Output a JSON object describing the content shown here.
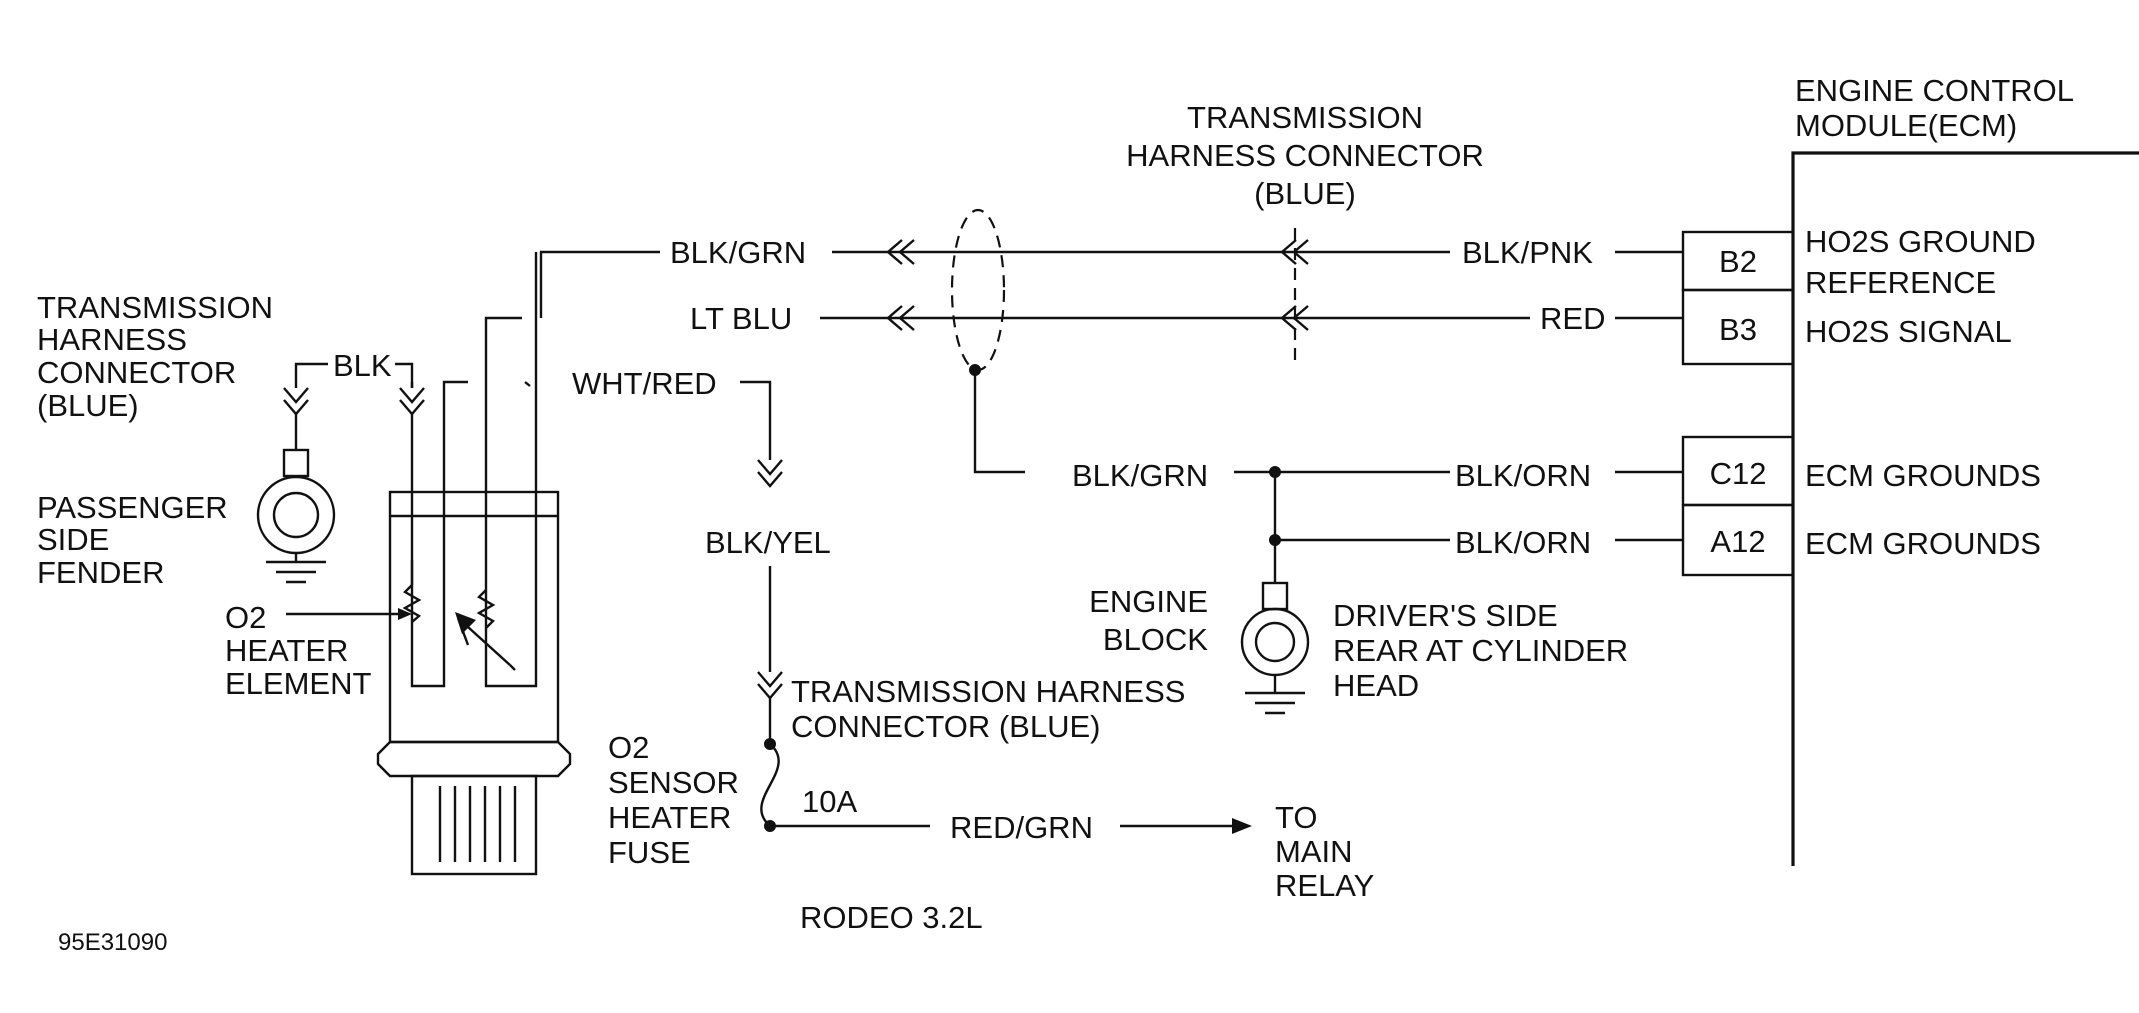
{
  "ecm": {
    "title_line1": "ENGINE CONTROL",
    "title_line2": "MODULE(ECM)"
  },
  "top_connector": {
    "line1": "TRANSMISSION",
    "line2": "HARNESS CONNECTOR",
    "line3": "(BLUE)"
  },
  "left_connector": {
    "line1": "TRANSMISSION",
    "line2": "HARNESS",
    "line3": "CONNECTOR",
    "line4": "(BLUE)"
  },
  "wires": {
    "blk_grn_top": "BLK/GRN",
    "lt_blu": "LT BLU",
    "wht_red": "WHT/RED",
    "blk": "BLK",
    "blk_pnk": "BLK/PNK",
    "red": "RED",
    "blk_grn_ground": "BLK/GRN",
    "blk_orn_1": "BLK/ORN",
    "blk_orn_2": "BLK/ORN",
    "blk_yel": "BLK/YEL",
    "red_grn": "RED/GRN"
  },
  "pins": {
    "b2": {
      "label": "B2",
      "desc_line1": "HO2S GROUND",
      "desc_line2": "REFERENCE"
    },
    "b3": {
      "label": "B3",
      "desc": "HO2S SIGNAL"
    },
    "c12": {
      "label": "C12",
      "desc": "ECM GROUNDS"
    },
    "a12": {
      "label": "A12",
      "desc": "ECM GROUNDS"
    }
  },
  "passenger_ground": {
    "line1": "PASSENGER",
    "line2": "SIDE",
    "line3": "FENDER"
  },
  "heater_element": {
    "line1": "O2",
    "line2": "HEATER",
    "line3": "ELEMENT"
  },
  "engine_block": {
    "line1": "ENGINE",
    "line2": "BLOCK"
  },
  "drivers_side": {
    "line1": "DRIVER'S SIDE",
    "line2": "REAR AT CYLINDER",
    "line3": "HEAD"
  },
  "bottom_connector": {
    "line1": "TRANSMISSION HARNESS",
    "line2": "CONNECTOR (BLUE)"
  },
  "fuse": {
    "line1": "O2",
    "line2": "SENSOR",
    "line3": "HEATER",
    "line4": "FUSE",
    "rating": "10A"
  },
  "main_relay": {
    "line1": "TO",
    "line2": "MAIN",
    "line3": "RELAY"
  },
  "vehicle": "RODEO 3.2L",
  "figure_id": "95E31090"
}
